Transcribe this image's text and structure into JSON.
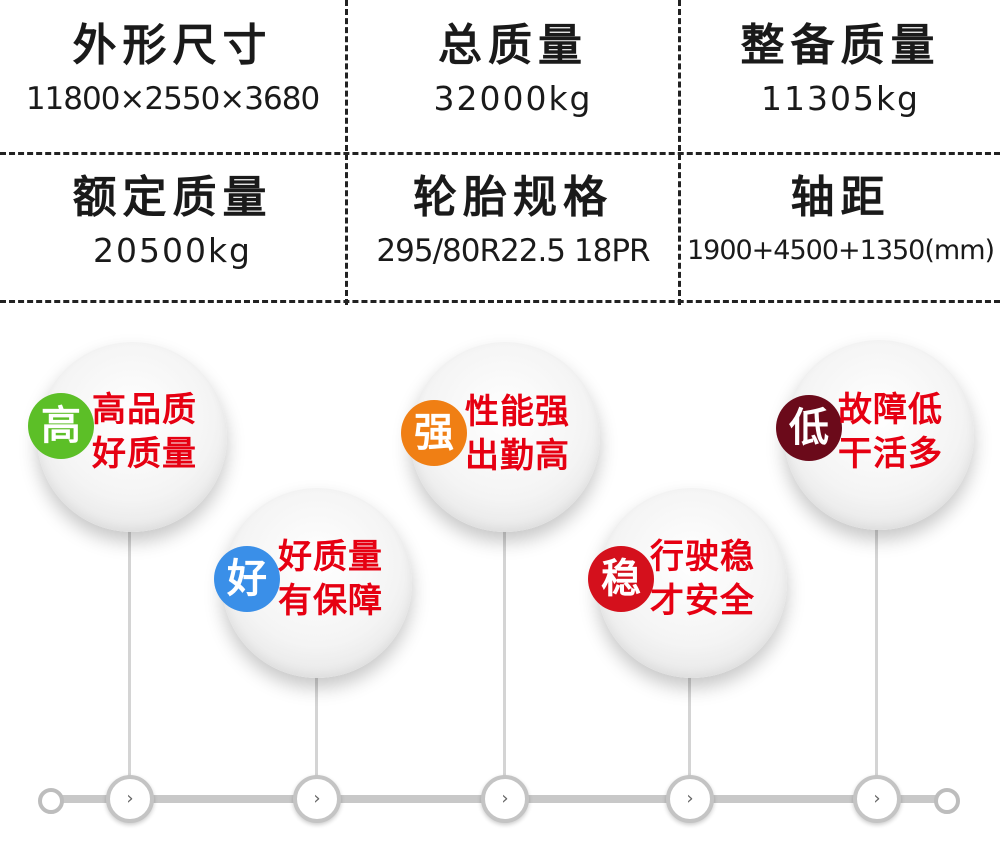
{
  "specs": [
    {
      "label": "外形尺寸",
      "value": "11800×2550×3680"
    },
    {
      "label": "总质量",
      "value": "32000kg"
    },
    {
      "label": "整备质量",
      "value": "11305kg"
    },
    {
      "label": "额定质量",
      "value": "20500kg"
    },
    {
      "label": "轮胎规格",
      "value": "295/80R22.5 18PR"
    },
    {
      "label": "轴距",
      "value": "1900+4500+1350(mm)"
    }
  ],
  "features": [
    {
      "badge": "高",
      "line1": "高品质",
      "line2": "好质量",
      "color": "#5cbf27"
    },
    {
      "badge": "好",
      "line1": "好质量",
      "line2": "有保障",
      "color": "#3a8fe8"
    },
    {
      "badge": "强",
      "line1": "性能强",
      "line2": "出勤高",
      "color": "#f07f14"
    },
    {
      "badge": "稳",
      "line1": "行驶稳",
      "line2": "才安全",
      "color": "#d4101c"
    },
    {
      "badge": "低",
      "line1": "故障低",
      "line2": "干活多",
      "color": "#6b0a1a"
    }
  ],
  "timeline": {
    "node_icon": "chevron-right-icon",
    "node_glyph": "›"
  },
  "colors": {
    "text_red": "#e60012",
    "table_border": "#222222"
  }
}
